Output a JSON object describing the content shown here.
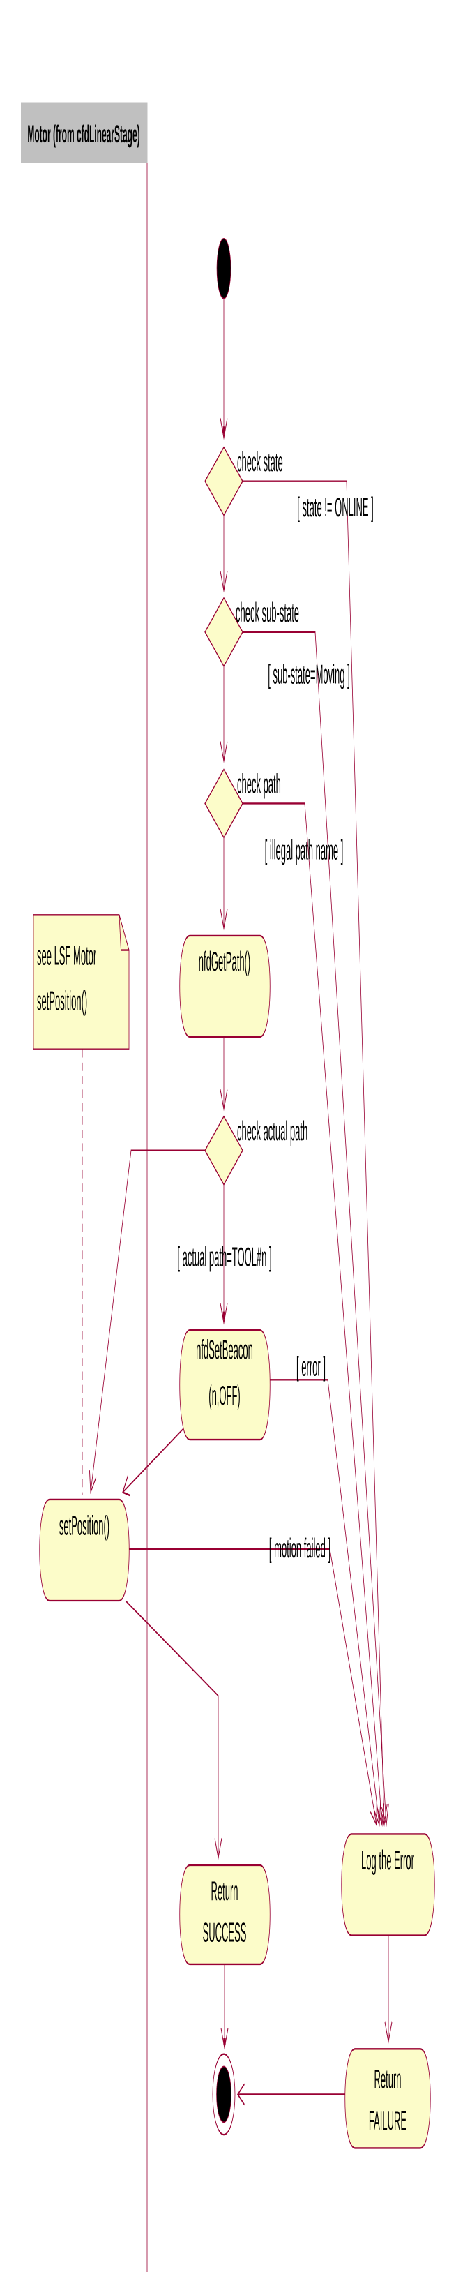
{
  "diagram_title": "Motor (from cfdLinearStage)",
  "colors": {
    "line": "#990033",
    "node_fill": "#FCFCC9",
    "lane_header_bg": "#C0C0C0",
    "text": "#000000",
    "start_end_fill": "#000000"
  },
  "note": {
    "line1": "see LSF Motor",
    "line2": "setPosition()"
  },
  "decisions": {
    "state": {
      "label": "check state",
      "guard": "[ state != ONLINE ]"
    },
    "sub_state": {
      "label": "check sub-state",
      "guard": "[ sub-state=Moving ]"
    },
    "path": {
      "label": "check path",
      "guard": "[ illegal path name ]"
    },
    "actual_path": {
      "label": "check actual path",
      "guard": "[ actual path=TOOL#n ]"
    }
  },
  "activities": {
    "get_path": {
      "label": "nfdGetPath()"
    },
    "set_beacon": {
      "line1": "nfdSetBeacon",
      "line2": "(n,OFF)",
      "guard": "[ error ]"
    },
    "set_position": {
      "label": "setPosition()",
      "guard": "[ motion failed ]"
    },
    "return_success": {
      "line1": "Return",
      "line2": "SUCCESS"
    },
    "log_error": {
      "label": "Log the Error"
    },
    "return_failure": {
      "line1": "Return",
      "line2": "FAILURE"
    }
  }
}
